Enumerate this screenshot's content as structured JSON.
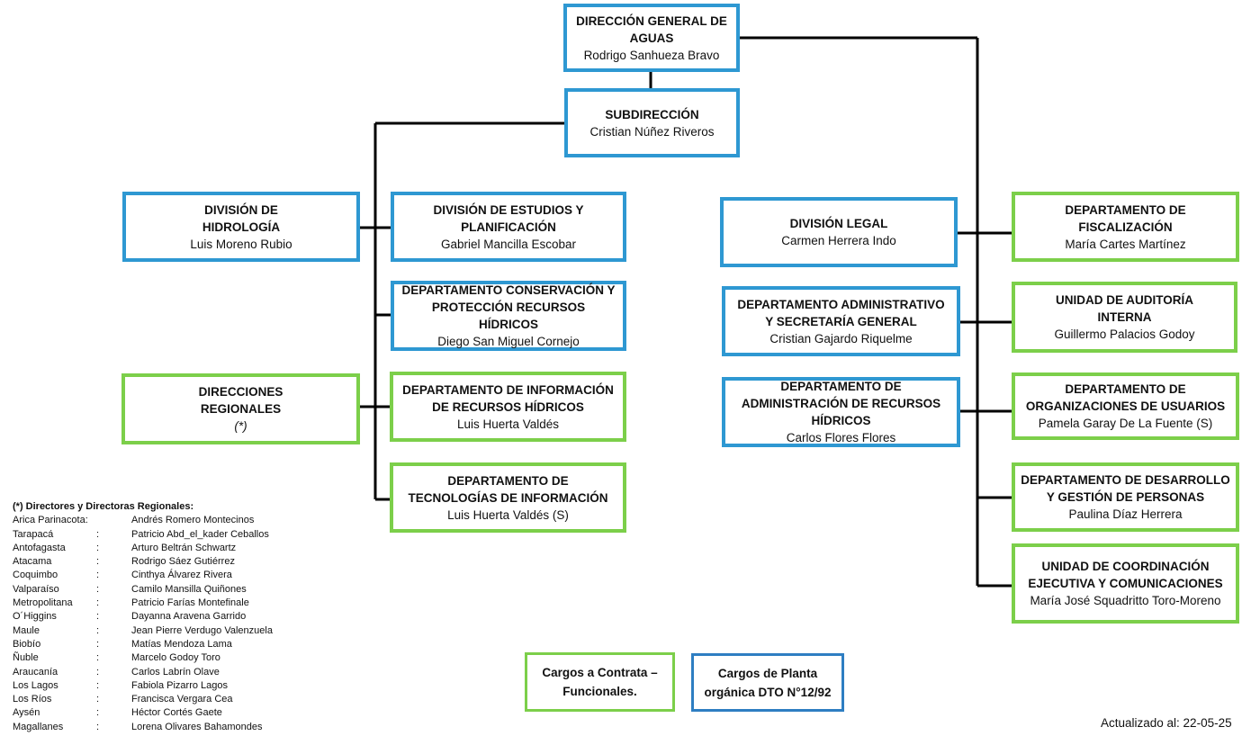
{
  "units": {
    "direccion_general": {
      "title": "DIRECCIÓN GENERAL DE AGUAS",
      "name": "Rodrigo Sanhueza Bravo"
    },
    "subdireccion": {
      "title": "SUBDIRECCIÓN",
      "name": "Cristian Núñez Riveros"
    },
    "division_hidrologia": {
      "title": "DIVISIÓN DE HIDROLOGÍA",
      "name": "Luis Moreno Rubio"
    },
    "division_estudios": {
      "title": "DIVISIÓN DE ESTUDIOS Y PLANIFICACIÓN",
      "name": "Gabriel Mancilla Escobar"
    },
    "depto_conservacion": {
      "title": "DEPARTAMENTO CONSERVACIÓN Y PROTECCIÓN RECURSOS HÍDRICOS",
      "name": "Diego San Miguel Cornejo"
    },
    "direcciones_regionales": {
      "title": "DIRECCIONES REGIONALES",
      "note": "(*)"
    },
    "depto_informacion": {
      "title": "DEPARTAMENTO DE INFORMACIÓN DE RECURSOS HÍDRICOS",
      "name": "Luis Huerta Valdés"
    },
    "depto_tecnologias": {
      "title": "DEPARTAMENTO DE TECNOLOGÍAS DE INFORMACIÓN",
      "name": "Luis Huerta Valdés (S)"
    },
    "division_legal": {
      "title": "DIVISIÓN LEGAL",
      "name": "Carmen Herrera Indo"
    },
    "depto_administrativo": {
      "title": "DEPARTAMENTO ADMINISTRATIVO Y SECRETARÍA GENERAL",
      "name": "Cristian Gajardo Riquelme"
    },
    "depto_admin_recursos": {
      "title": "DEPARTAMENTO DE ADMINISTRACIÓN DE RECURSOS HÍDRICOS",
      "name": "Carlos Flores Flores"
    },
    "depto_fiscalizacion": {
      "title": "DEPARTAMENTO DE FISCALIZACIÓN",
      "name": "María Cartes Martínez"
    },
    "unidad_auditoria": {
      "title": "UNIDAD DE AUDITORÍA INTERNA",
      "name": "Guillermo Palacios Godoy"
    },
    "depto_organizaciones": {
      "title": "DEPARTAMENTO DE ORGANIZACIONES DE USUARIOS",
      "name": "Pamela Garay De La Fuente (S)"
    },
    "depto_desarrollo": {
      "title": "DEPARTAMENTO DE DESARROLLO Y GESTIÓN DE PERSONAS",
      "name": "Paulina Díaz Herrera"
    },
    "unidad_coordinacion": {
      "title": "UNIDAD DE COORDINACIÓN EJECUTIVA Y COMUNICACIONES",
      "name": "María José Squadritto Toro-Moreno"
    }
  },
  "regional_directors": {
    "heading": "(*) Directores y Directoras Regionales:",
    "items": [
      {
        "region": "Arica Parinacota:",
        "sep": "",
        "name": "Andrés Romero Montecinos"
      },
      {
        "region": "Tarapacá",
        "sep": ":",
        "name": "Patricio Abd_el_kader Ceballos"
      },
      {
        "region": "Antofagasta",
        "sep": ":",
        "name": "Arturo Beltrán Schwartz"
      },
      {
        "region": "Atacama",
        "sep": ":",
        "name": "Rodrigo Sáez Gutiérrez"
      },
      {
        "region": "Coquimbo",
        "sep": ":",
        "name": "Cinthya Álvarez Rivera"
      },
      {
        "region": "Valparaíso",
        "sep": ":",
        "name": "Camilo Mansilla Quiñones"
      },
      {
        "region": "Metropolitana",
        "sep": ":",
        "name": "Patricio Farías Montefinale"
      },
      {
        "region": "O´Higgins",
        "sep": ":",
        "name": "Dayanna Aravena Garrido"
      },
      {
        "region": "Maule",
        "sep": ":",
        "name": "Jean Pierre Verdugo Valenzuela"
      },
      {
        "region": "Biobío",
        "sep": ":",
        "name": "Matías Mendoza Lama"
      },
      {
        "region": "Ñuble",
        "sep": ":",
        "name": "Marcelo Godoy Toro"
      },
      {
        "region": "Araucanía",
        "sep": ":",
        "name": "Carlos Labrín Olave"
      },
      {
        "region": "Los Lagos",
        "sep": ":",
        "name": "Fabiola Pizarro Lagos"
      },
      {
        "region": "Los Ríos",
        "sep": ":",
        "name": "Francisca Vergara Cea"
      },
      {
        "region": "Aysén",
        "sep": ":",
        "name": "Héctor Cortés Gaete"
      },
      {
        "region": "Magallanes",
        "sep": ":",
        "name": "Lorena Olivares Bahamondes"
      }
    ]
  },
  "legend": {
    "contrata": "Cargos a Contrata – Funcionales.",
    "planta": "Cargos de Planta orgánica DTO N°12/92"
  },
  "updated": "Actualizado al: 22-05-25",
  "colors": {
    "planta": "#2e98d2",
    "contrata": "#7ccf4a",
    "lines": "#000000"
  }
}
